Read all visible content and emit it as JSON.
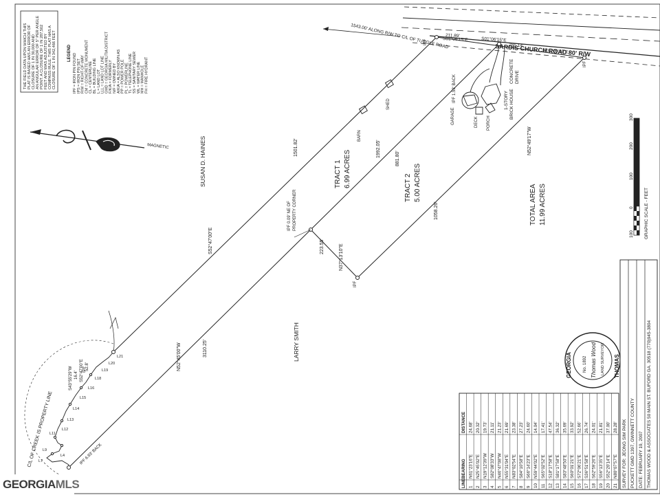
{
  "road": {
    "name": "SARDIS CHURCH ROAD 80' R/W",
    "ref": "1543.00' ALONG R/W TO C/L OF TUGGLE ROAD"
  },
  "frontage": {
    "b1": "S01°06'15\"E",
    "d1": "211.89'",
    "b2": "S01°06'15\"E",
    "d2": "285.14'",
    "b3": "S01°00'45\"E"
  },
  "lines": {
    "north_side": "1501.82'",
    "north_bearing": "S52°47'00\"E",
    "south_bearing": "N52°45'00\"W",
    "south_dist": "3110.25'",
    "tract_divider": "1992.05'",
    "tract2_north": "881.80'",
    "east_bearing": "N52°49'17\"W",
    "east_dist": "1058.26'",
    "cross_bearing": "N37°13'10\"E",
    "cross_dist": "223.55'"
  },
  "tracts": {
    "t1_name": "TRACT 1",
    "t1_area": "6.99 ACRES",
    "t2_name": "TRACT 2",
    "t2_area": "5.00 ACRES",
    "total_name": "TOTAL AREA",
    "total_area": "11.99 ACRES"
  },
  "owners": {
    "north": "SUSAN D. HAINES",
    "south": "LARRY SMITH"
  },
  "features": {
    "barn": "BARN",
    "shed": "SHED",
    "garage": "GARAGE",
    "deck": "DECK",
    "porch": "PORCH",
    "house1": "1-STORY",
    "house2": "BRICK HOUSE",
    "drive1": "CONCRETE",
    "drive2": "DRIVE",
    "setback": "IPF 1.53' BACK",
    "setback2": "IPF 6.83' BACK",
    "ipf_note1": "IPF 0.09' NE OF",
    "ipf_note2": "PROPERTY CORNER",
    "ipf": "IPF",
    "creek": "C/L OF CREEK IS PROPERTY LINE",
    "creek_b1": "S43°55'29\"W",
    "creek_d1": "16.4'",
    "creek_b2": "S52°47'00\"E",
    "creek_d2": "52.8'"
  },
  "notes": {
    "lines": [
      "THE FIELD DATA UPON WHICH THIS",
      "PLAT IS BASED HAS AN ERROR OF",
      "CLOSURE OF 1 IN 30,000 AND",
      "AN ANGULAR ERROR OF 5\" PER ANGLE",
      "POINT. A CLOSURE OF 1 IN 287,502",
      "FEET AND WAS ADJUSTED BY",
      "COMPASS RULE. THIS PLAT HAS A",
      "CLOSURE OF 1 IN 342,466 FEET"
    ]
  },
  "legend": {
    "title": "LEGEND",
    "items": [
      "IPF = IRON PIN FOUND",
      "IPS = IRON PIN SET",
      "R/W = RIGHT-OF-WAY",
      "CM = CONCRETE MONUMENT",
      "CL = CENTERLINE",
      "BL = BUILDING LINE",
      "L = LAND LOT",
      "LLL = LAND LOT LINE",
      "GMD = GEORGIA MILITIA DISTRICT",
      "F/K/A = FORMERLY",
      "N/F = OWNED BY",
      "A/K/A = ALSO KNOWN AS",
      "PP = POWER POLE",
      "PL = POWERLINE",
      "TL = TELEPHONE LINE",
      "SS = SANITARY SEWER",
      "WL = WATER LINE",
      "MH = MANHOLE",
      "FH = FIRE HYDRANT"
    ]
  },
  "north_arrow": {
    "label": "MAGNETIC"
  },
  "scale": {
    "ticks": [
      "100",
      "0",
      "100",
      "200",
      "300"
    ],
    "caption": "GRAPHIC SCALE - FEET"
  },
  "seal": {
    "outer_top": "GEORGIA",
    "outer_bottom": "THOMAS",
    "reg": "No. 1892",
    "signature": "Thomas Wood",
    "role": "LAND SURVEYOR"
  },
  "table": {
    "headers": [
      "LINE",
      "BEARING",
      "DISTANCE"
    ],
    "rows": [
      [
        "1",
        "N61°23'16\"E",
        "24.68'"
      ],
      [
        "2",
        "N25°45'02\"E",
        "20.32'"
      ],
      [
        "3",
        "N19°12'39\"W",
        "19.73'"
      ],
      [
        "4",
        "S82°08'33\"W",
        "21.11'"
      ],
      [
        "5",
        "N46°47'08\"W",
        "21.23'"
      ],
      [
        "6",
        "N55°31'04\"E",
        "21.69'"
      ],
      [
        "7",
        "N83°02'54\"E",
        "23.38'"
      ],
      [
        "8",
        "S84°10'58\"E",
        "27.23'"
      ],
      [
        "9",
        "S66°14'23\"E",
        "24.60'"
      ],
      [
        "10",
        "N59°44'02\"E",
        "14.04'"
      ],
      [
        "11",
        "S65°02'52\"E",
        "17.41'"
      ],
      [
        "12",
        "S18°17'58\"E",
        "47.54'"
      ],
      [
        "13",
        "S81°17'58\"E",
        "36.32'"
      ],
      [
        "14",
        "S83°48'50\"E",
        "35.69'"
      ],
      [
        "15",
        "S60°01'21\"E",
        "33.92'"
      ],
      [
        "16",
        "S72°06'21\"E",
        "52.66'"
      ],
      [
        "17",
        "S36°51'58\"E",
        "26.74'"
      ],
      [
        "18",
        "S62°59'26\"E",
        "24.01'"
      ],
      [
        "19",
        "S56°13'35\"E",
        "21.81'"
      ],
      [
        "20",
        "S52°20'14\"E",
        "37.00'"
      ],
      [
        "21",
        "N80°07'57\"E",
        "28.28'"
      ]
    ]
  },
  "title_block": {
    "survey_for": "SURVEY FOR: JEONG SIM PARK",
    "location": "PUCKETT GMD 1397, GWINNETT COUNTY",
    "date": "DATE: FEBRUARY 19, 2007",
    "firm": "THOMAS WOOD & ASSOCIATES  50 MAIN ST. BUFORD GA. 30518  (770)945-3804"
  },
  "watermark": {
    "part1": "GEORGIA",
    "part2": "MLS"
  }
}
